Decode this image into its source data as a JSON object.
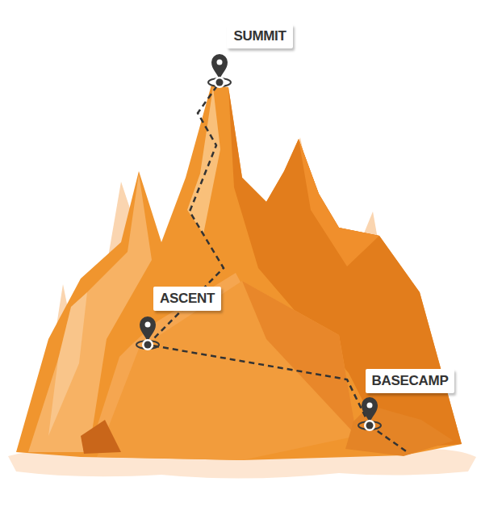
{
  "diagram": {
    "nodes": [
      {
        "text": [
          "SUMMIT"
        ]
      },
      {
        "text": [
          "ASCENT"
        ]
      },
      {
        "text": [
          "BASECAMP"
        ]
      }
    ],
    "edges": [
      {
        "from": 2,
        "to": 1,
        "arrow": "none"
      },
      {
        "from": 1,
        "to": 0,
        "arrow": "none"
      }
    ]
  }
}
